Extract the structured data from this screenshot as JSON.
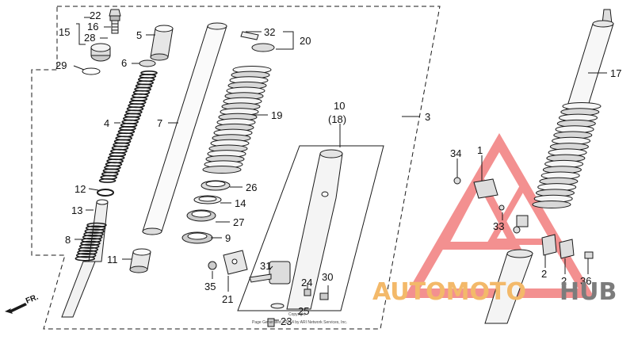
{
  "callouts": [
    {
      "id": "c22",
      "text": "22"
    },
    {
      "id": "c16",
      "text": "16"
    },
    {
      "id": "c15",
      "text": "15"
    },
    {
      "id": "c28",
      "text": "28"
    },
    {
      "id": "c29",
      "text": "29"
    },
    {
      "id": "c5",
      "text": "5"
    },
    {
      "id": "c6",
      "text": "6"
    },
    {
      "id": "c4",
      "text": "4"
    },
    {
      "id": "c7",
      "text": "7"
    },
    {
      "id": "c12",
      "text": "12"
    },
    {
      "id": "c13",
      "text": "13"
    },
    {
      "id": "c8",
      "text": "8"
    },
    {
      "id": "c11",
      "text": "11"
    },
    {
      "id": "c32",
      "text": "32"
    },
    {
      "id": "c20",
      "text": "20"
    },
    {
      "id": "c19",
      "text": "19"
    },
    {
      "id": "c10",
      "text": "10"
    },
    {
      "id": "c18",
      "text": "(18)"
    },
    {
      "id": "c3",
      "text": "3"
    },
    {
      "id": "c26",
      "text": "26"
    },
    {
      "id": "c14",
      "text": "14"
    },
    {
      "id": "c27",
      "text": "27"
    },
    {
      "id": "c9",
      "text": "9"
    },
    {
      "id": "c31",
      "text": "31"
    },
    {
      "id": "c35",
      "text": "35"
    },
    {
      "id": "c21",
      "text": "21"
    },
    {
      "id": "c24",
      "text": "24"
    },
    {
      "id": "c30",
      "text": "30"
    },
    {
      "id": "c25",
      "text": "25"
    },
    {
      "id": "c23",
      "text": "23"
    },
    {
      "id": "c17",
      "text": "17"
    },
    {
      "id": "c34",
      "text": "34"
    },
    {
      "id": "c1",
      "text": "1"
    },
    {
      "id": "c33",
      "text": "33"
    },
    {
      "id": "c2a",
      "text": "2"
    },
    {
      "id": "c2b",
      "text": "2"
    },
    {
      "id": "c36",
      "text": "36"
    }
  ],
  "direction_label": "FR.",
  "copyright_lines": [
    "Copyright",
    "Page Generated ©2014 by ARI Network Services, Inc."
  ],
  "watermark": {
    "part1": "AUTOMOTO",
    "part2": "HUB"
  },
  "colors": {
    "line": "#1a1a1a",
    "watermark_orange": "#f3b96a",
    "watermark_red": "#e8474c",
    "watermark_gray": "#7c7c7c"
  }
}
